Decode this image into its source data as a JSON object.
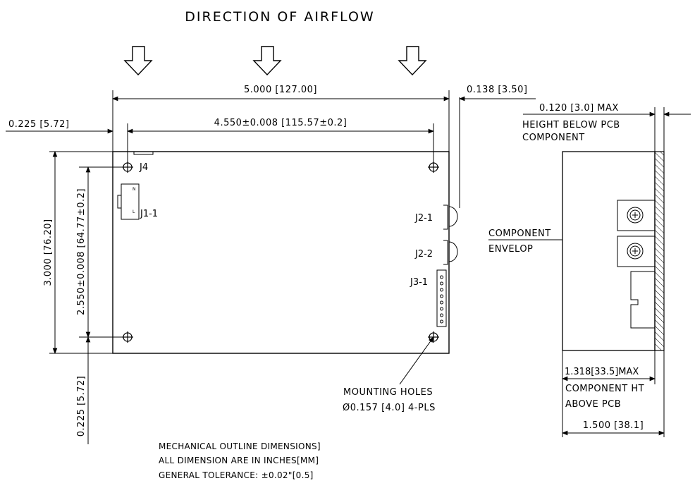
{
  "title": "DIRECTION OF AIRFLOW",
  "dimensions": {
    "width": "5.000 [127.00]",
    "hole_spacing_x": "4.550±0.008 [115.57±0.2]",
    "right_offset": "0.138 [3.50]",
    "left_offset": "0.225 [5.72]",
    "height": "3.000 [76.20]",
    "hole_spacing_y": "2.550±0.008 [64.77±0.2]",
    "bottom_offset": "0.225 [5.72]",
    "below_pcb_max": "0.120 [3.0] MAX",
    "component_ht_max": "1.318[33.5]MAX",
    "side_depth": "1.500 [38.1]"
  },
  "labels": {
    "j4": "J4",
    "j1": "J1-1",
    "j1_n": "N",
    "j1_l": "L",
    "j2_1": "J2-1",
    "j2_2": "J2-2",
    "j3": "J3-1",
    "height_below_1": "HEIGHT BELOW PCB",
    "height_below_2": "COMPONENT",
    "envelope_1": "COMPONENT",
    "envelope_2": "ENVELOP",
    "comp_ht_1": "COMPONENT HT",
    "comp_ht_2": "ABOVE PCB",
    "mounting_1": "MOUNTING HOLES",
    "mounting_2": "Ø0.157 [4.0] 4-PLS"
  },
  "notes": [
    "MECHANICAL OUTLINE DIMENSIONS]",
    "ALL DIMENSION ARE IN INCHES[MM]",
    "GENERAL TOLERANCE: ±0.02\"[0.5]"
  ]
}
